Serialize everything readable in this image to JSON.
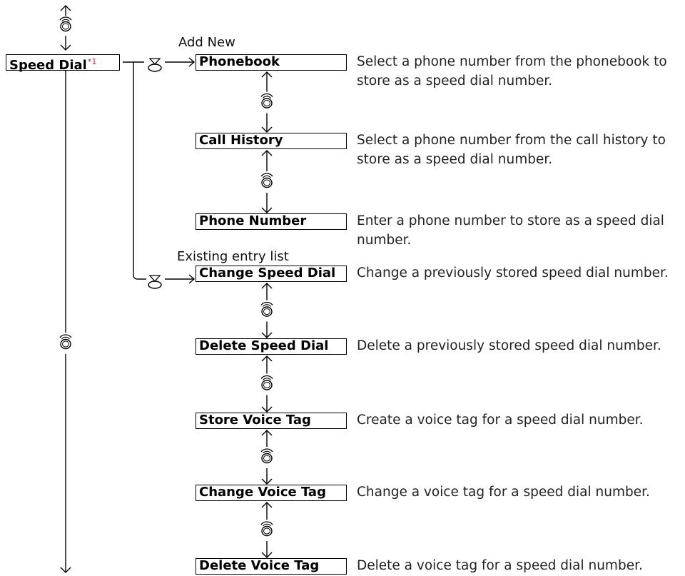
{
  "root": {
    "label": "Speed Dial",
    "footnote": "*1"
  },
  "groups": {
    "add_new": {
      "label": "Add New"
    },
    "existing": {
      "label": "Existing entry list"
    }
  },
  "items": [
    {
      "label": "Phonebook",
      "description": "Select a phone number from the phonebook to store as a speed dial number."
    },
    {
      "label": "Call History",
      "description": "Select a phone number from the call history to store as a speed dial number."
    },
    {
      "label": "Phone Number",
      "description": "Enter a phone number to store as a speed dial number."
    },
    {
      "label": "Change Speed Dial",
      "description": "Change a previously stored speed dial number."
    },
    {
      "label": "Delete Speed Dial",
      "description": "Delete a previously stored speed dial number."
    },
    {
      "label": "Store Voice Tag",
      "description": "Create a voice tag for a speed dial number."
    },
    {
      "label": "Change Voice Tag",
      "description": "Change a voice tag for a speed dial number."
    },
    {
      "label": "Delete Voice Tag",
      "description": "Delete a voice tag for a speed dial number."
    }
  ],
  "icons": {
    "rotate": "interface-dial-rotate-icon",
    "press": "interface-dial-press-icon"
  },
  "colors": {
    "line": "#000000",
    "footnote": "#d9242b"
  }
}
